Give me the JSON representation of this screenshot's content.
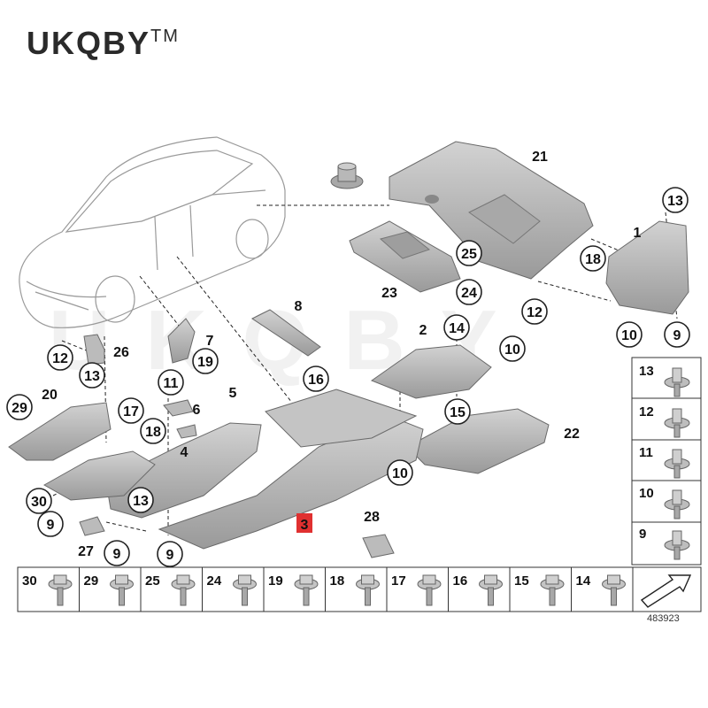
{
  "brand": {
    "name": "UKQBY",
    "mark": "TM"
  },
  "watermark": "UKQBY",
  "doc_number": "483923",
  "colors": {
    "part_fill": "#b8b8b8",
    "part_stroke": "#6a6a6a",
    "highlight": "#e03030",
    "line": "#222222"
  },
  "callouts": [
    {
      "id": "21",
      "circled": false
    },
    {
      "id": "13",
      "circled": true
    },
    {
      "id": "1",
      "circled": false
    },
    {
      "id": "18",
      "circled": true
    },
    {
      "id": "25",
      "circled": true
    },
    {
      "id": "23",
      "circled": false
    },
    {
      "id": "24",
      "circled": true
    },
    {
      "id": "12",
      "circled": true
    },
    {
      "id": "10",
      "circled": true
    },
    {
      "id": "9",
      "circled": true
    },
    {
      "id": "8",
      "circled": false
    },
    {
      "id": "7",
      "circled": false
    },
    {
      "id": "19",
      "circled": true
    },
    {
      "id": "26",
      "circled": false
    },
    {
      "id": "12",
      "circled": true
    },
    {
      "id": "13",
      "circled": true
    },
    {
      "id": "2",
      "circled": false
    },
    {
      "id": "14",
      "circled": true
    },
    {
      "id": "10",
      "circled": true
    },
    {
      "id": "16",
      "circled": true
    },
    {
      "id": "11",
      "circled": true
    },
    {
      "id": "6",
      "circled": false
    },
    {
      "id": "5",
      "circled": false
    },
    {
      "id": "20",
      "circled": false
    },
    {
      "id": "29",
      "circled": true
    },
    {
      "id": "17",
      "circled": true
    },
    {
      "id": "18",
      "circled": true
    },
    {
      "id": "15",
      "circled": true
    },
    {
      "id": "4",
      "circled": false
    },
    {
      "id": "22",
      "circled": false
    },
    {
      "id": "10",
      "circled": true
    },
    {
      "id": "30",
      "circled": true
    },
    {
      "id": "9",
      "circled": true
    },
    {
      "id": "13",
      "circled": true
    },
    {
      "id": "3",
      "circled": false,
      "highlight": true
    },
    {
      "id": "28",
      "circled": false
    },
    {
      "id": "27",
      "circled": false
    },
    {
      "id": "9",
      "circled": true
    },
    {
      "id": "9",
      "circled": true
    }
  ],
  "legend_right": [
    "13",
    "12",
    "11",
    "10",
    "9"
  ],
  "legend_bottom": [
    "30",
    "29",
    "25",
    "24",
    "19",
    "18",
    "17",
    "16",
    "15",
    "14"
  ]
}
